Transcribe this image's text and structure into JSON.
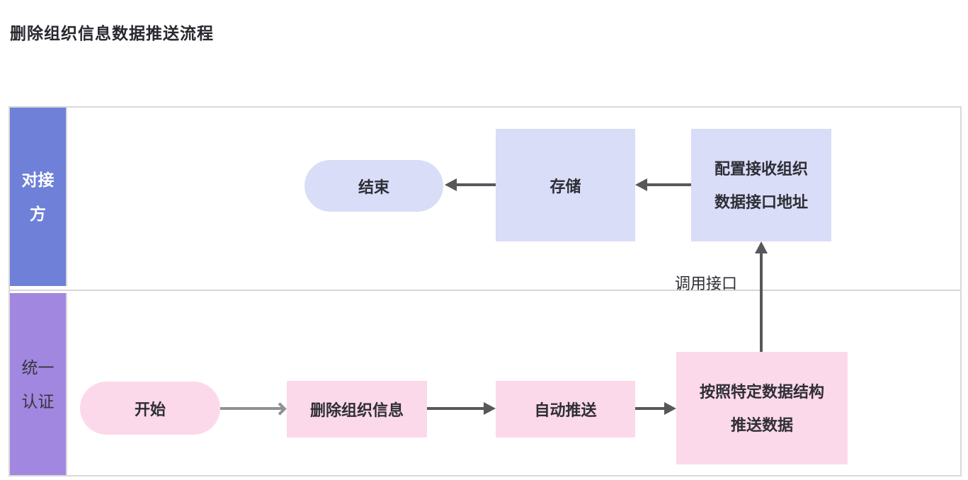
{
  "title": "删除组织信息数据推送流程",
  "colors": {
    "lane1-bg": "#6e80d7",
    "lane2-bg": "#a287e0",
    "lavender-node": "#d9ddf7",
    "pink-node": "#fbd9ea",
    "arrow-dark": "#58585b",
    "arrow-light": "#919195",
    "frame-border": "#d9d9d9",
    "text-dark": "#2e2e36",
    "lane1-text": "#ffffff"
  },
  "lanes": [
    {
      "name": "对接方",
      "lines": [
        "对接",
        "方"
      ]
    },
    {
      "name": "统一认证",
      "lines": [
        "统一",
        "认证"
      ]
    }
  ],
  "nodes": {
    "end": {
      "label": "结束",
      "shape": "pill"
    },
    "store": {
      "label": "存储",
      "shape": "rect"
    },
    "config": {
      "lines": [
        "配置接收组织",
        "数据接口地址"
      ],
      "shape": "rect"
    },
    "start": {
      "label": "开始",
      "shape": "pill"
    },
    "delete": {
      "label": "删除组织信息",
      "shape": "rect"
    },
    "autopush": {
      "label": "自动推送",
      "shape": "rect"
    },
    "struct": {
      "lines": [
        "按照特定数据结构",
        "推送数据"
      ],
      "shape": "rect"
    }
  },
  "edges": {
    "call_interface_label": "调用接口"
  }
}
